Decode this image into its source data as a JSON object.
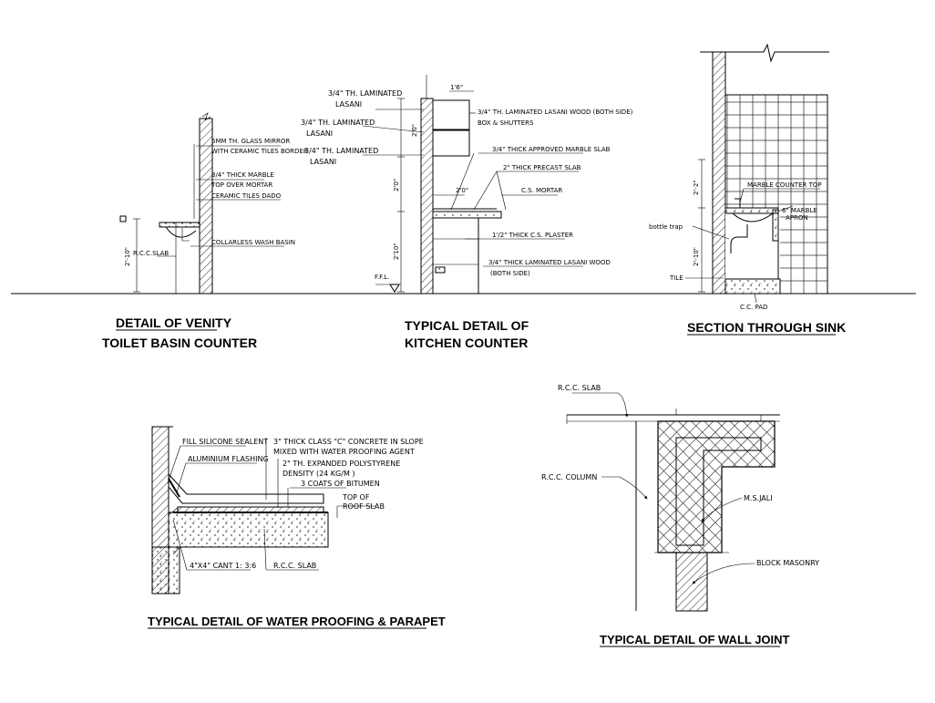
{
  "drawings": {
    "vanity": {
      "title_line1": "DETAIL OF VENITY",
      "title_line2": "TOILET BASIN COUNTER",
      "labels": {
        "mirror1": "6MM TH. GLASS MIRROR",
        "mirror2": "WITH CERAMIC TILES BORDER",
        "marble1": "3/4\" THICK MARBLE",
        "marble2": "TOP OVER MORTAR",
        "dado": "CERAMIC TILES DADO",
        "slab": "R.C.C.SLAB",
        "basin": "COLLARLESS WASH BASIN"
      },
      "dims": {
        "height": "2'-10\""
      }
    },
    "kitchen": {
      "title_line1": "TYPICAL DETAIL OF",
      "title_line2": "KITCHEN COUNTER",
      "labels": {
        "lam1a": "3/4\" TH. LAMINATED",
        "lam1b": "LASANI",
        "lam2a": "3/4\" TH. LAMINATED",
        "lam2b": "LASANI",
        "lam3a": "3/4\" TH. LAMINATED",
        "lam3b": "LASANI",
        "wood_both": "3/4\" TH. LAMINATED LASANI WOOD (BOTH SIDE)",
        "box": "BOX & SHUTTERS",
        "marble": "3/4\" THICK APPROVED MARBLE SLAB",
        "precast": "2\" THICK PRECAST SLAB",
        "cs_mortar": "C.S. MORTAR",
        "plaster": "1'/2\" THICK C.S. PLASTER",
        "wood_low": "3/4\" THICK LAMINATED LASANI WOOD",
        "both_side": "(BOTH SIDE)",
        "ffl": "F.F.L."
      },
      "dims": {
        "top": "1'6\"",
        "upper": "2'0\"",
        "mid": "2'0\"",
        "lower": "2'10\"",
        "depth": "2'0\""
      }
    },
    "sink": {
      "title": "SECTION THROUGH SINK",
      "labels": {
        "counter_top": "MARBLE COUNTER TOP",
        "marble_apron1": "6\" MARBLE",
        "marble_apron2": "APRON",
        "bottle_trap": "bottle trap",
        "tile": "TILE",
        "cc_pad": "C.C. PAD"
      },
      "dims": {
        "upper": "2'-2\"",
        "lower": "2'-10\""
      }
    },
    "waterproofing": {
      "title": "TYPICAL DETAIL OF WATER PROOFING & PARAPET",
      "labels": {
        "silicone": "FILL SILICONE SEALENT",
        "flashing": "ALUMINIUM FLASHING",
        "concrete1": "3\" THICK CLASS \"C\" CONCRETE IN SLOPE",
        "concrete2": "MIXED WITH WATER PROOFING AGENT",
        "eps1": "2\" TH. EXPANDED POLYSTYRENE",
        "eps2": "DENSITY (24 KG/M )",
        "bitumen": "3 COATS OF BITUMEN",
        "roof1": "TOP OF",
        "roof2": "ROOF SLAB",
        "cant": "4\"X4\" CANT 1: 3:6",
        "rcc": "R.C.C. SLAB"
      }
    },
    "walljoint": {
      "title": "TYPICAL DETAIL OF  WALL JOINT",
      "labels": {
        "slab": "R.C.C. SLAB",
        "column": "R.C.C. COLUMN",
        "jali": "M.S.JALI",
        "masonry": "BLOCK MASONRY"
      }
    }
  }
}
